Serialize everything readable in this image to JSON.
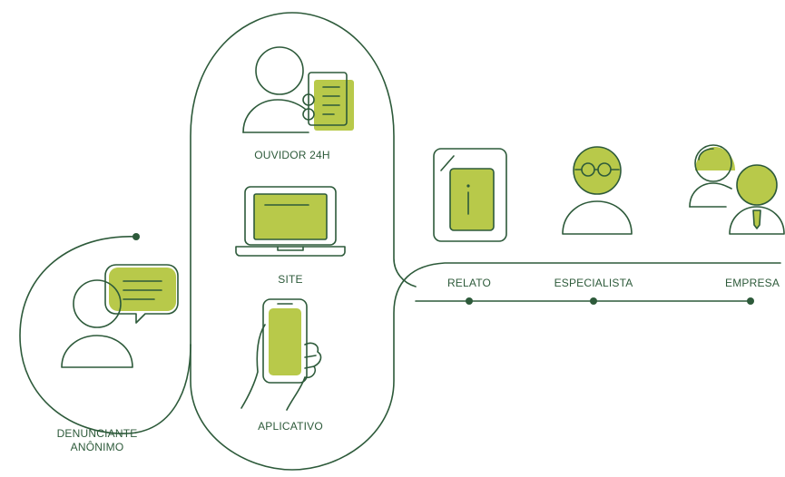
{
  "colors": {
    "line": "#2d5a3a",
    "accent": "#b8c94a",
    "background": "#ffffff"
  },
  "channels": {
    "ouvidor": "OUVIDOR 24H",
    "site": "SITE",
    "aplicativo": "APLICATIVO"
  },
  "reporter": {
    "line1": "DENUNCIANTE",
    "line2": "ANÔNIMO"
  },
  "flow": {
    "relato": "RELATO",
    "especialista": "ESPECIALISTA",
    "empresa": "EMPRESA"
  },
  "icons": [
    "speech-bubble-person-icon",
    "ombudsman-document-icon",
    "laptop-icon",
    "smartphone-hand-icon",
    "tablet-report-icon",
    "specialist-glasses-icon",
    "company-people-icon"
  ]
}
